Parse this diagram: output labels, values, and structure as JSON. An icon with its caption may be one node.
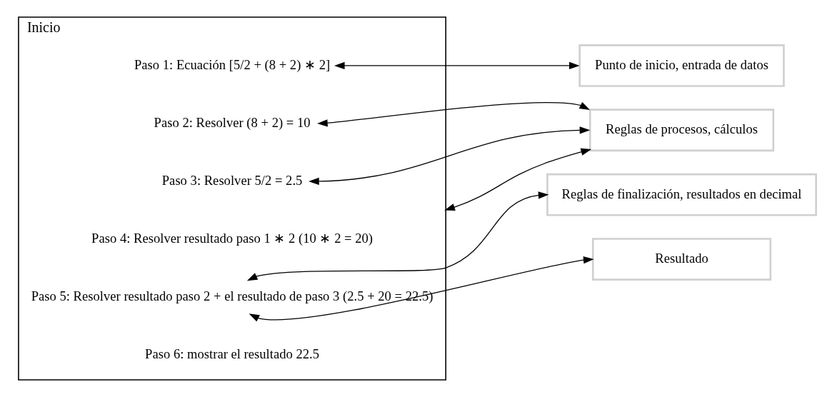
{
  "diagram": {
    "nodes": [
      {
        "text": [
          "Inicio"
        ]
      },
      {
        "text": [
          "Paso 1: Ecuación [5/2 + (8 + 2) ∗ 2]"
        ],
        "in": 0
      },
      {
        "text": [
          "Paso 2: Resolver (8 + 2) = 10"
        ],
        "in": 0
      },
      {
        "text": [
          "Paso 3: Resolver 5/2 = 2.5"
        ],
        "in": 0
      },
      {
        "text": [
          "Paso 4: Resolver resultado paso 1 ∗ 2 (10 ∗ 2 = 20)"
        ],
        "in": 0
      },
      {
        "text": [
          "Paso 5: Resolver resultado paso 2 + el resultado de paso 3 (2.5 + 20 = 22.5)"
        ],
        "in": 0
      },
      {
        "text": [
          "Paso 6: mostrar el resultado 22.5"
        ],
        "in": 0
      },
      {
        "text": [
          "Punto de inicio, entrada de datos"
        ]
      },
      {
        "text": [
          "Reglas de procesos, cálculos"
        ]
      },
      {
        "text": [
          "Reglas de finalización, resultados en decimal"
        ]
      },
      {
        "text": [
          "Resultado"
        ]
      }
    ],
    "edges": [
      {
        "from": 1,
        "to": 7,
        "arrow": "both"
      },
      {
        "from": 2,
        "to": 8,
        "arrow": "both"
      },
      {
        "from": 3,
        "to": 8,
        "arrow": "both"
      },
      {
        "from": 0,
        "to": 8,
        "arrow": "both"
      },
      {
        "from": 5,
        "to": 9,
        "arrow": "both"
      },
      {
        "from": 5,
        "to": 10,
        "arrow": "both"
      }
    ]
  }
}
